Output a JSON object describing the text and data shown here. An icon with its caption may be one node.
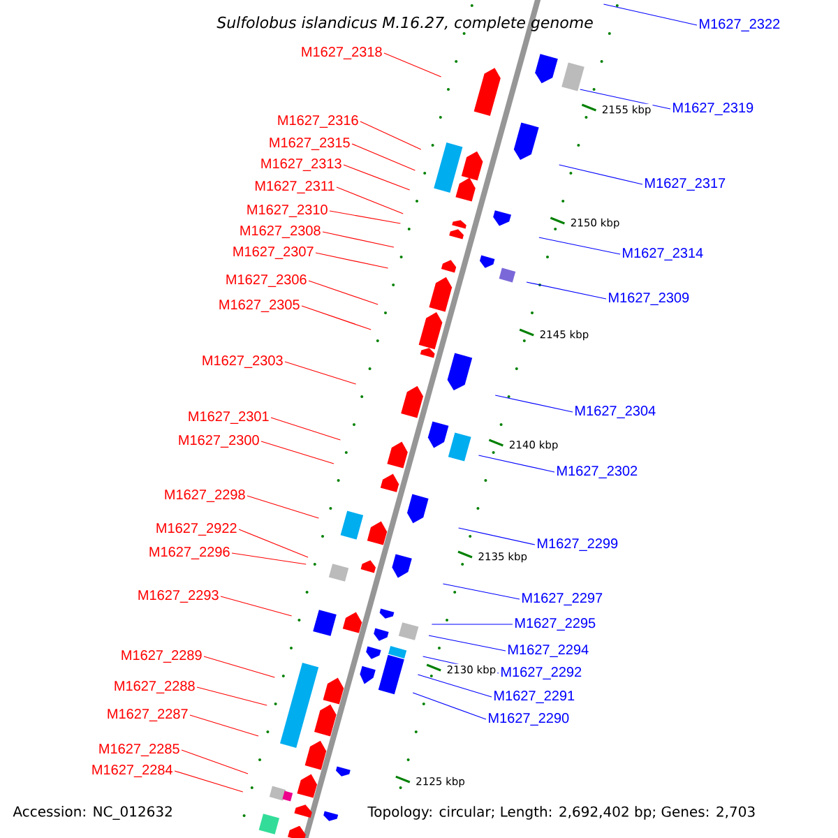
{
  "diagram": {
    "title": "Sulfolobus islandicus M.16.27, complete genome",
    "nodes": [
      {
        "text": [
          "M1627_2318"
        ]
      },
      {
        "text": [
          "M1627_2316"
        ]
      },
      {
        "text": [
          "M1627_2315"
        ]
      },
      {
        "text": [
          "M1627_2313"
        ]
      },
      {
        "text": [
          "M1627_2311"
        ]
      },
      {
        "text": [
          "M1627_2310"
        ]
      },
      {
        "text": [
          "M1627_2308"
        ]
      },
      {
        "text": [
          "M1627_2307"
        ]
      },
      {
        "text": [
          "M1627_2306"
        ]
      },
      {
        "text": [
          "M1627_2305"
        ]
      },
      {
        "text": [
          "M1627_2303"
        ]
      },
      {
        "text": [
          "M1627_2301"
        ]
      },
      {
        "text": [
          "M1627_2300"
        ]
      },
      {
        "text": [
          "M1627_2298"
        ]
      },
      {
        "text": [
          "M1627_2922"
        ]
      },
      {
        "text": [
          "M1627_2296"
        ]
      },
      {
        "text": [
          "M1627_2293"
        ]
      },
      {
        "text": [
          "M1627_2289"
        ]
      },
      {
        "text": [
          "M1627_2288"
        ]
      },
      {
        "text": [
          "M1627_2287"
        ]
      },
      {
        "text": [
          "M1627_2285"
        ]
      },
      {
        "text": [
          "M1627_2284"
        ]
      },
      {
        "text": [
          "M1627_2322"
        ]
      },
      {
        "text": [
          "M1627_2319"
        ]
      },
      {
        "text": [
          "M1627_2317"
        ]
      },
      {
        "text": [
          "M1627_2314"
        ]
      },
      {
        "text": [
          "M1627_2309"
        ]
      },
      {
        "text": [
          "M1627_2304"
        ]
      },
      {
        "text": [
          "M1627_2302"
        ]
      },
      {
        "text": [
          "M1627_2299"
        ]
      },
      {
        "text": [
          "M1627_2297"
        ]
      },
      {
        "text": [
          "M1627_2295"
        ]
      },
      {
        "text": [
          "M1627_2294"
        ]
      },
      {
        "text": [
          "M1627_2292"
        ]
      },
      {
        "text": [
          "M1627_2291"
        ]
      },
      {
        "text": [
          "M1627_2290"
        ]
      }
    ],
    "edges": [
      {
        "from": 0,
        "to": null,
        "arrow": "none"
      },
      {
        "from": 1,
        "to": null,
        "arrow": "none"
      },
      {
        "from": 2,
        "to": null,
        "arrow": "none"
      },
      {
        "from": 3,
        "to": null,
        "arrow": "none"
      },
      {
        "from": 4,
        "to": null,
        "arrow": "none"
      },
      {
        "from": 5,
        "to": null,
        "arrow": "none"
      },
      {
        "from": 6,
        "to": null,
        "arrow": "none"
      },
      {
        "from": 7,
        "to": null,
        "arrow": "none"
      },
      {
        "from": 8,
        "to": null,
        "arrow": "none"
      },
      {
        "from": 9,
        "to": null,
        "arrow": "none"
      },
      {
        "from": 10,
        "to": null,
        "arrow": "none"
      },
      {
        "from": 11,
        "to": null,
        "arrow": "none"
      },
      {
        "from": 12,
        "to": null,
        "arrow": "none"
      },
      {
        "from": 13,
        "to": null,
        "arrow": "none"
      },
      {
        "from": 14,
        "to": null,
        "arrow": "none"
      },
      {
        "from": 15,
        "to": null,
        "arrow": "none"
      },
      {
        "from": 16,
        "to": null,
        "arrow": "none"
      },
      {
        "from": 17,
        "to": null,
        "arrow": "none"
      },
      {
        "from": 18,
        "to": null,
        "arrow": "none"
      },
      {
        "from": 19,
        "to": null,
        "arrow": "none"
      },
      {
        "from": 20,
        "to": null,
        "arrow": "none"
      },
      {
        "from": 21,
        "to": null,
        "arrow": "none"
      },
      {
        "from": 22,
        "to": null,
        "arrow": "none",
        "color": "#0000ff"
      },
      {
        "from": 23,
        "to": null,
        "arrow": "none",
        "color": "#0000ff"
      },
      {
        "from": 24,
        "to": null,
        "arrow": "none",
        "color": "#0000ff"
      },
      {
        "from": 25,
        "to": null,
        "arrow": "none",
        "color": "#0000ff"
      },
      {
        "from": 26,
        "to": null,
        "arrow": "none",
        "color": "#0000ff"
      },
      {
        "from": 27,
        "to": null,
        "arrow": "none",
        "color": "#0000ff"
      },
      {
        "from": 28,
        "to": null,
        "arrow": "none",
        "color": "#0000ff"
      },
      {
        "from": 29,
        "to": null,
        "arrow": "none",
        "color": "#0000ff"
      },
      {
        "from": 30,
        "to": null,
        "arrow": "none",
        "color": "#0000ff"
      },
      {
        "from": 31,
        "to": null,
        "arrow": "none",
        "color": "#0000ff"
      },
      {
        "from": 32,
        "to": null,
        "arrow": "none",
        "color": "#0000ff"
      },
      {
        "from": 33,
        "to": null,
        "arrow": "none",
        "color": "#0000ff"
      },
      {
        "from": 34,
        "to": null,
        "arrow": "none",
        "color": "#0000ff"
      },
      {
        "from": 35,
        "to": null,
        "arrow": "none",
        "color": "#0000ff"
      }
    ],
    "labels": [
      "2155 kbp",
      "2150 kbp",
      "2145 kbp",
      "2140 kbp",
      "2135 kbp",
      "2130 kbp",
      "2125 kbp",
      "Accession: NC_012632",
      "Topology: circular; Length: 2,692,402 bp; Genes: 2,703"
    ]
  }
}
